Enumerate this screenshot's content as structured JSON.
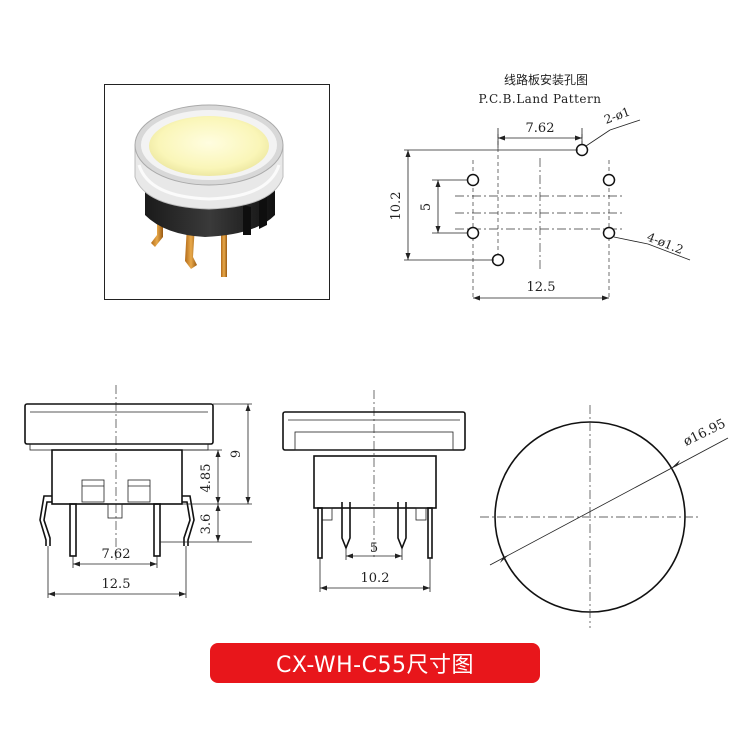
{
  "pcb": {
    "title_cn": "线路板安装孔图",
    "title_en": "P.C.B.Land Pattern",
    "dim_top": "7.62",
    "dim_holes_small": "2-ø1",
    "dim_holes_large": "4-ø1.2",
    "dim_height": "10.2",
    "dim_inner": "5",
    "dim_bottom": "12.5"
  },
  "front_view": {
    "dim_total_height": "9",
    "dim_body": "4.85",
    "dim_pin": "3.6",
    "dim_pin_pitch": "7.62",
    "dim_width": "12.5"
  },
  "side_view": {
    "dim_pin_pitch": "5",
    "dim_width": "10.2"
  },
  "top_view": {
    "dim_diameter": "ø16.95"
  },
  "banner": {
    "label": "CX-WH-C55尺寸图"
  }
}
